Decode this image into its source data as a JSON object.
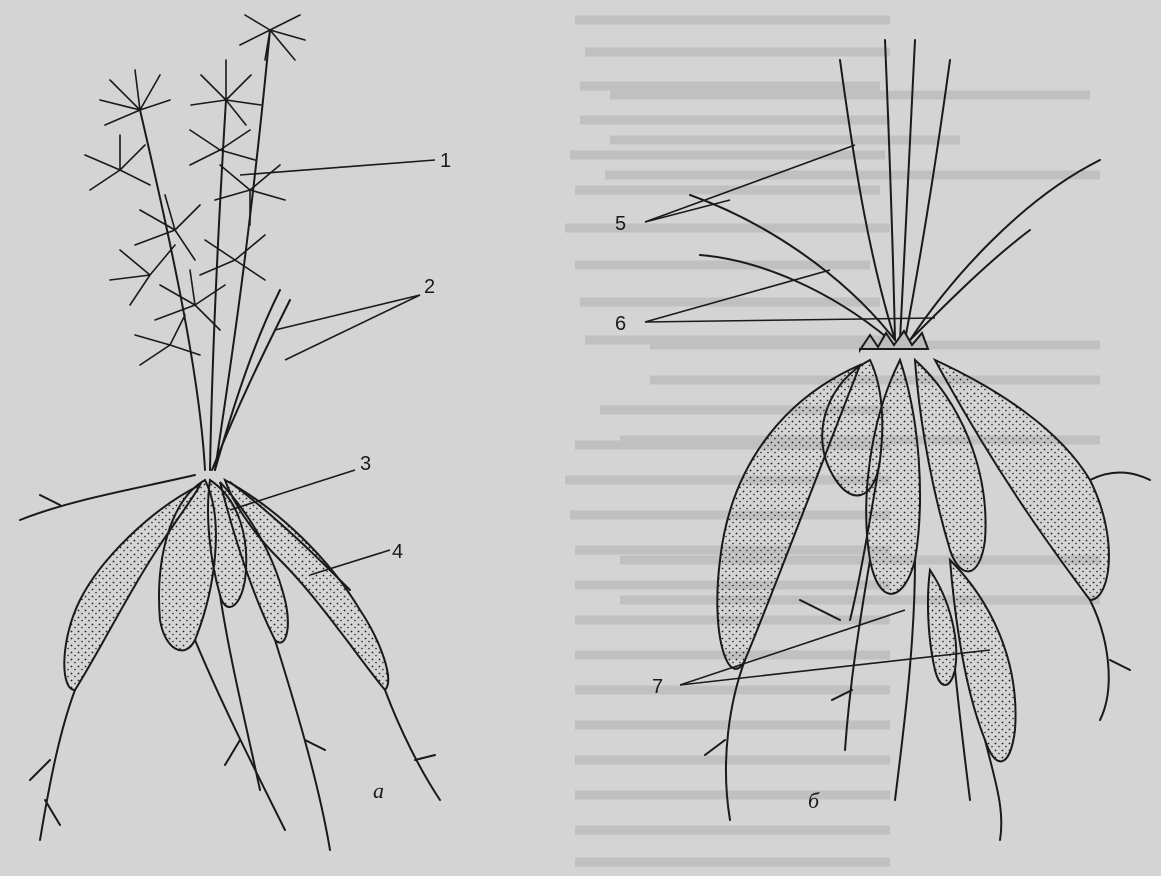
{
  "figure": {
    "labels": {
      "l1": "1",
      "l2": "2",
      "l3": "3",
      "l4": "4",
      "l5": "5",
      "l6": "6",
      "l7": "7"
    },
    "captions": {
      "left": "а",
      "right": "б"
    }
  },
  "colors": {
    "paper": "#d4d4d4",
    "ink": "#1a1a1a",
    "ghost_text": "#b3b3b3"
  }
}
